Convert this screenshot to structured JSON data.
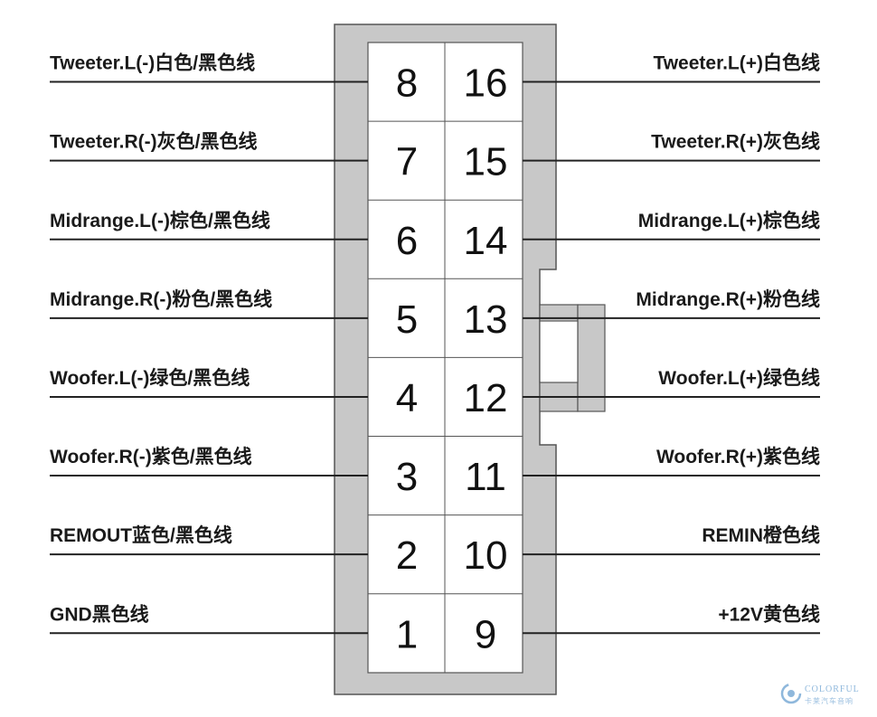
{
  "colors": {
    "housing": "#c8c8c8",
    "outline": "#555555",
    "wire": "#222222",
    "cell": "#ffffff",
    "watermark": "#8fb8dc"
  },
  "rows": [
    {
      "left_pin": "8",
      "right_pin": "16",
      "left_label": "Tweeter.L(-)白色/黑色线",
      "right_label": "Tweeter.L(+)白色线"
    },
    {
      "left_pin": "7",
      "right_pin": "15",
      "left_label": "Tweeter.R(-)灰色/黑色线",
      "right_label": "Tweeter.R(+)灰色线"
    },
    {
      "left_pin": "6",
      "right_pin": "14",
      "left_label": "Midrange.L(-)棕色/黑色线",
      "right_label": "Midrange.L(+)棕色线"
    },
    {
      "left_pin": "5",
      "right_pin": "13",
      "left_label": "Midrange.R(-)粉色/黑色线",
      "right_label": "Midrange.R(+)粉色线"
    },
    {
      "left_pin": "4",
      "right_pin": "12",
      "left_label": "Woofer.L(-)绿色/黑色线",
      "right_label": "Woofer.L(+)绿色线"
    },
    {
      "left_pin": "3",
      "right_pin": "11",
      "left_label": "Woofer.R(-)紫色/黑色线",
      "right_label": "Woofer.R(+)紫色线"
    },
    {
      "left_pin": "2",
      "right_pin": "10",
      "left_label": "REMOUT蓝色/黑色线",
      "right_label": "REMIN橙色线"
    },
    {
      "left_pin": "1",
      "right_pin": "9",
      "left_label": "GND黑色线",
      "right_label": "+12V黄色线"
    }
  ],
  "watermark": {
    "brand": "COLORFUL",
    "subtitle": "卡莱汽车音响",
    "icon": "c-swirl-logo-icon"
  }
}
